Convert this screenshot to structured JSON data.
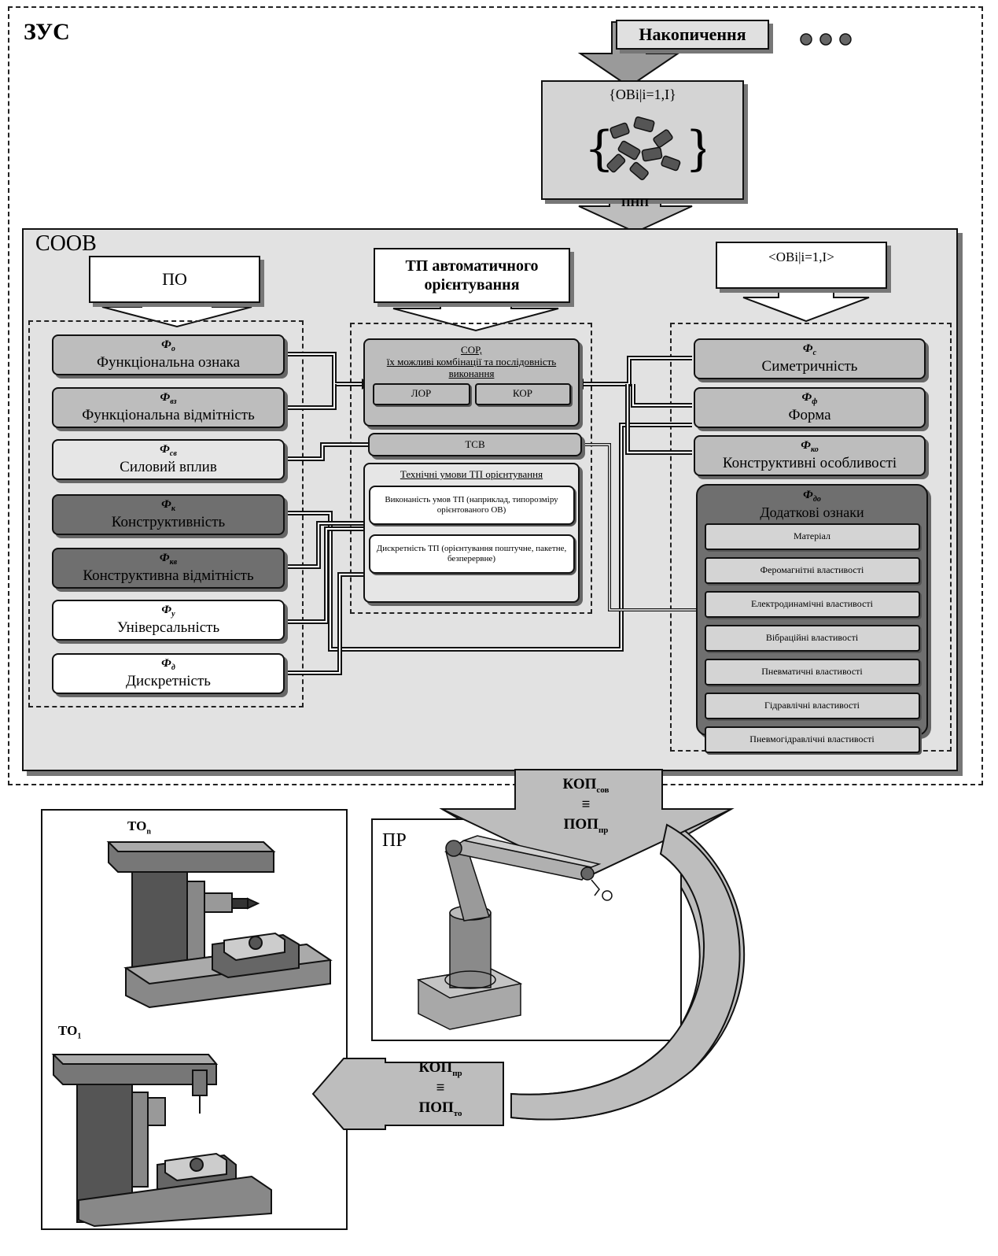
{
  "zus_label": "ЗУС",
  "accumulation": "Накопичення",
  "ob_set": "{OBi|i=1,I}",
  "pnp": "ПНП",
  "soob_label": "СООВ",
  "po": "ПО",
  "tp_title": "ТП автоматичного орієнтування",
  "ob_ordered": "<OBi|i=1,I>",
  "left_features": [
    {
      "sym": "Ф",
      "sub": "о",
      "label": "Функціональна ознака",
      "shade": "g2"
    },
    {
      "sym": "Ф",
      "sub": "вз",
      "label": "Функціональна відмітність",
      "shade": "g2"
    },
    {
      "sym": "Ф",
      "sub": "св",
      "label": "Силовий вплив",
      "shade": "g1"
    },
    {
      "sym": "Ф",
      "sub": "к",
      "label": "Конструктивність",
      "shade": "g4"
    },
    {
      "sym": "Ф",
      "sub": "кв",
      "label": "Конструктивна відмітність",
      "shade": "g4"
    },
    {
      "sym": "Ф",
      "sub": "у",
      "label": "Універсальність",
      "shade": "white"
    },
    {
      "sym": "Ф",
      "sub": "д",
      "label": "Дискретність",
      "shade": "white"
    }
  ],
  "center": {
    "sor_title": "СОР,",
    "sor_line": "їх можливі комбінації та послідовність виконання",
    "lor": "ЛОР",
    "kor": "КОР",
    "tsv": "ТСВ",
    "tech_title": "Технічні умови ТП орієнтування",
    "tech_item1": "Виконаність умов ТП (наприклад, типорозміру орієнтованого ОВ)",
    "tech_item2": "Дискретність ТП (орієнтування поштучне, пакетне, безперервне)"
  },
  "right_features": [
    {
      "sym": "Ф",
      "sub": "с",
      "label": "Симетричність"
    },
    {
      "sym": "Ф",
      "sub": "ф",
      "label": "Форма"
    },
    {
      "sym": "Ф",
      "sub": "ко",
      "label": "Конструктивні особливості"
    }
  ],
  "additional": {
    "sym": "Ф",
    "sub": "до",
    "title": "Додаткові ознаки",
    "items": [
      "Матеріал",
      "Феромагнітні властивості",
      "Електродинамічні властивості",
      "Вібраційні властивості",
      "Пневматичні властивості",
      "Гідравлічні властивості",
      "Пневмогідравлічні властивості"
    ]
  },
  "kop_soob_1": "КОП",
  "kop_soob_1_sub": "сов",
  "equiv": "≡",
  "pop_pr_1": "ПОП",
  "pop_pr_1_sub": "пр",
  "pr_label": "ПР",
  "to_n": "ТО",
  "to_n_sub": "n",
  "to_1": "ТО",
  "to_1_sub": "1",
  "kop_pr": "КОП",
  "kop_pr_sub": "пр",
  "pop_to": "ПОП",
  "pop_to_sub": "то"
}
